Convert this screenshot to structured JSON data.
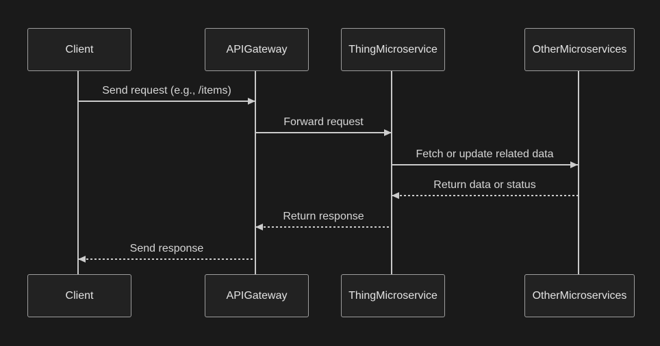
{
  "diagram": {
    "type": "sequence-diagram",
    "theme": {
      "background": "#1a1a1a",
      "actor_fill": "#222222",
      "actor_border": "#9e9e9e",
      "text_color": "#e3e3e3",
      "line_color": "#cccccc"
    },
    "participants": [
      {
        "name": "Client"
      },
      {
        "name": "APIGateway"
      },
      {
        "name": "ThingMicroservice"
      },
      {
        "name": "OtherMicroservices"
      }
    ],
    "messages": [
      {
        "from": "Client",
        "to": "APIGateway",
        "label": "Send request (e.g., /items)",
        "style": "solid",
        "direction": "right"
      },
      {
        "from": "APIGateway",
        "to": "ThingMicroservice",
        "label": "Forward request",
        "style": "solid",
        "direction": "right"
      },
      {
        "from": "ThingMicroservice",
        "to": "OtherMicroservices",
        "label": "Fetch or update related data",
        "style": "solid",
        "direction": "right"
      },
      {
        "from": "OtherMicroservices",
        "to": "ThingMicroservice",
        "label": "Return data or status",
        "style": "dashed",
        "direction": "left"
      },
      {
        "from": "ThingMicroservice",
        "to": "APIGateway",
        "label": "Return response",
        "style": "dashed",
        "direction": "left"
      },
      {
        "from": "APIGateway",
        "to": "Client",
        "label": "Send response",
        "style": "dashed",
        "direction": "left"
      }
    ]
  }
}
